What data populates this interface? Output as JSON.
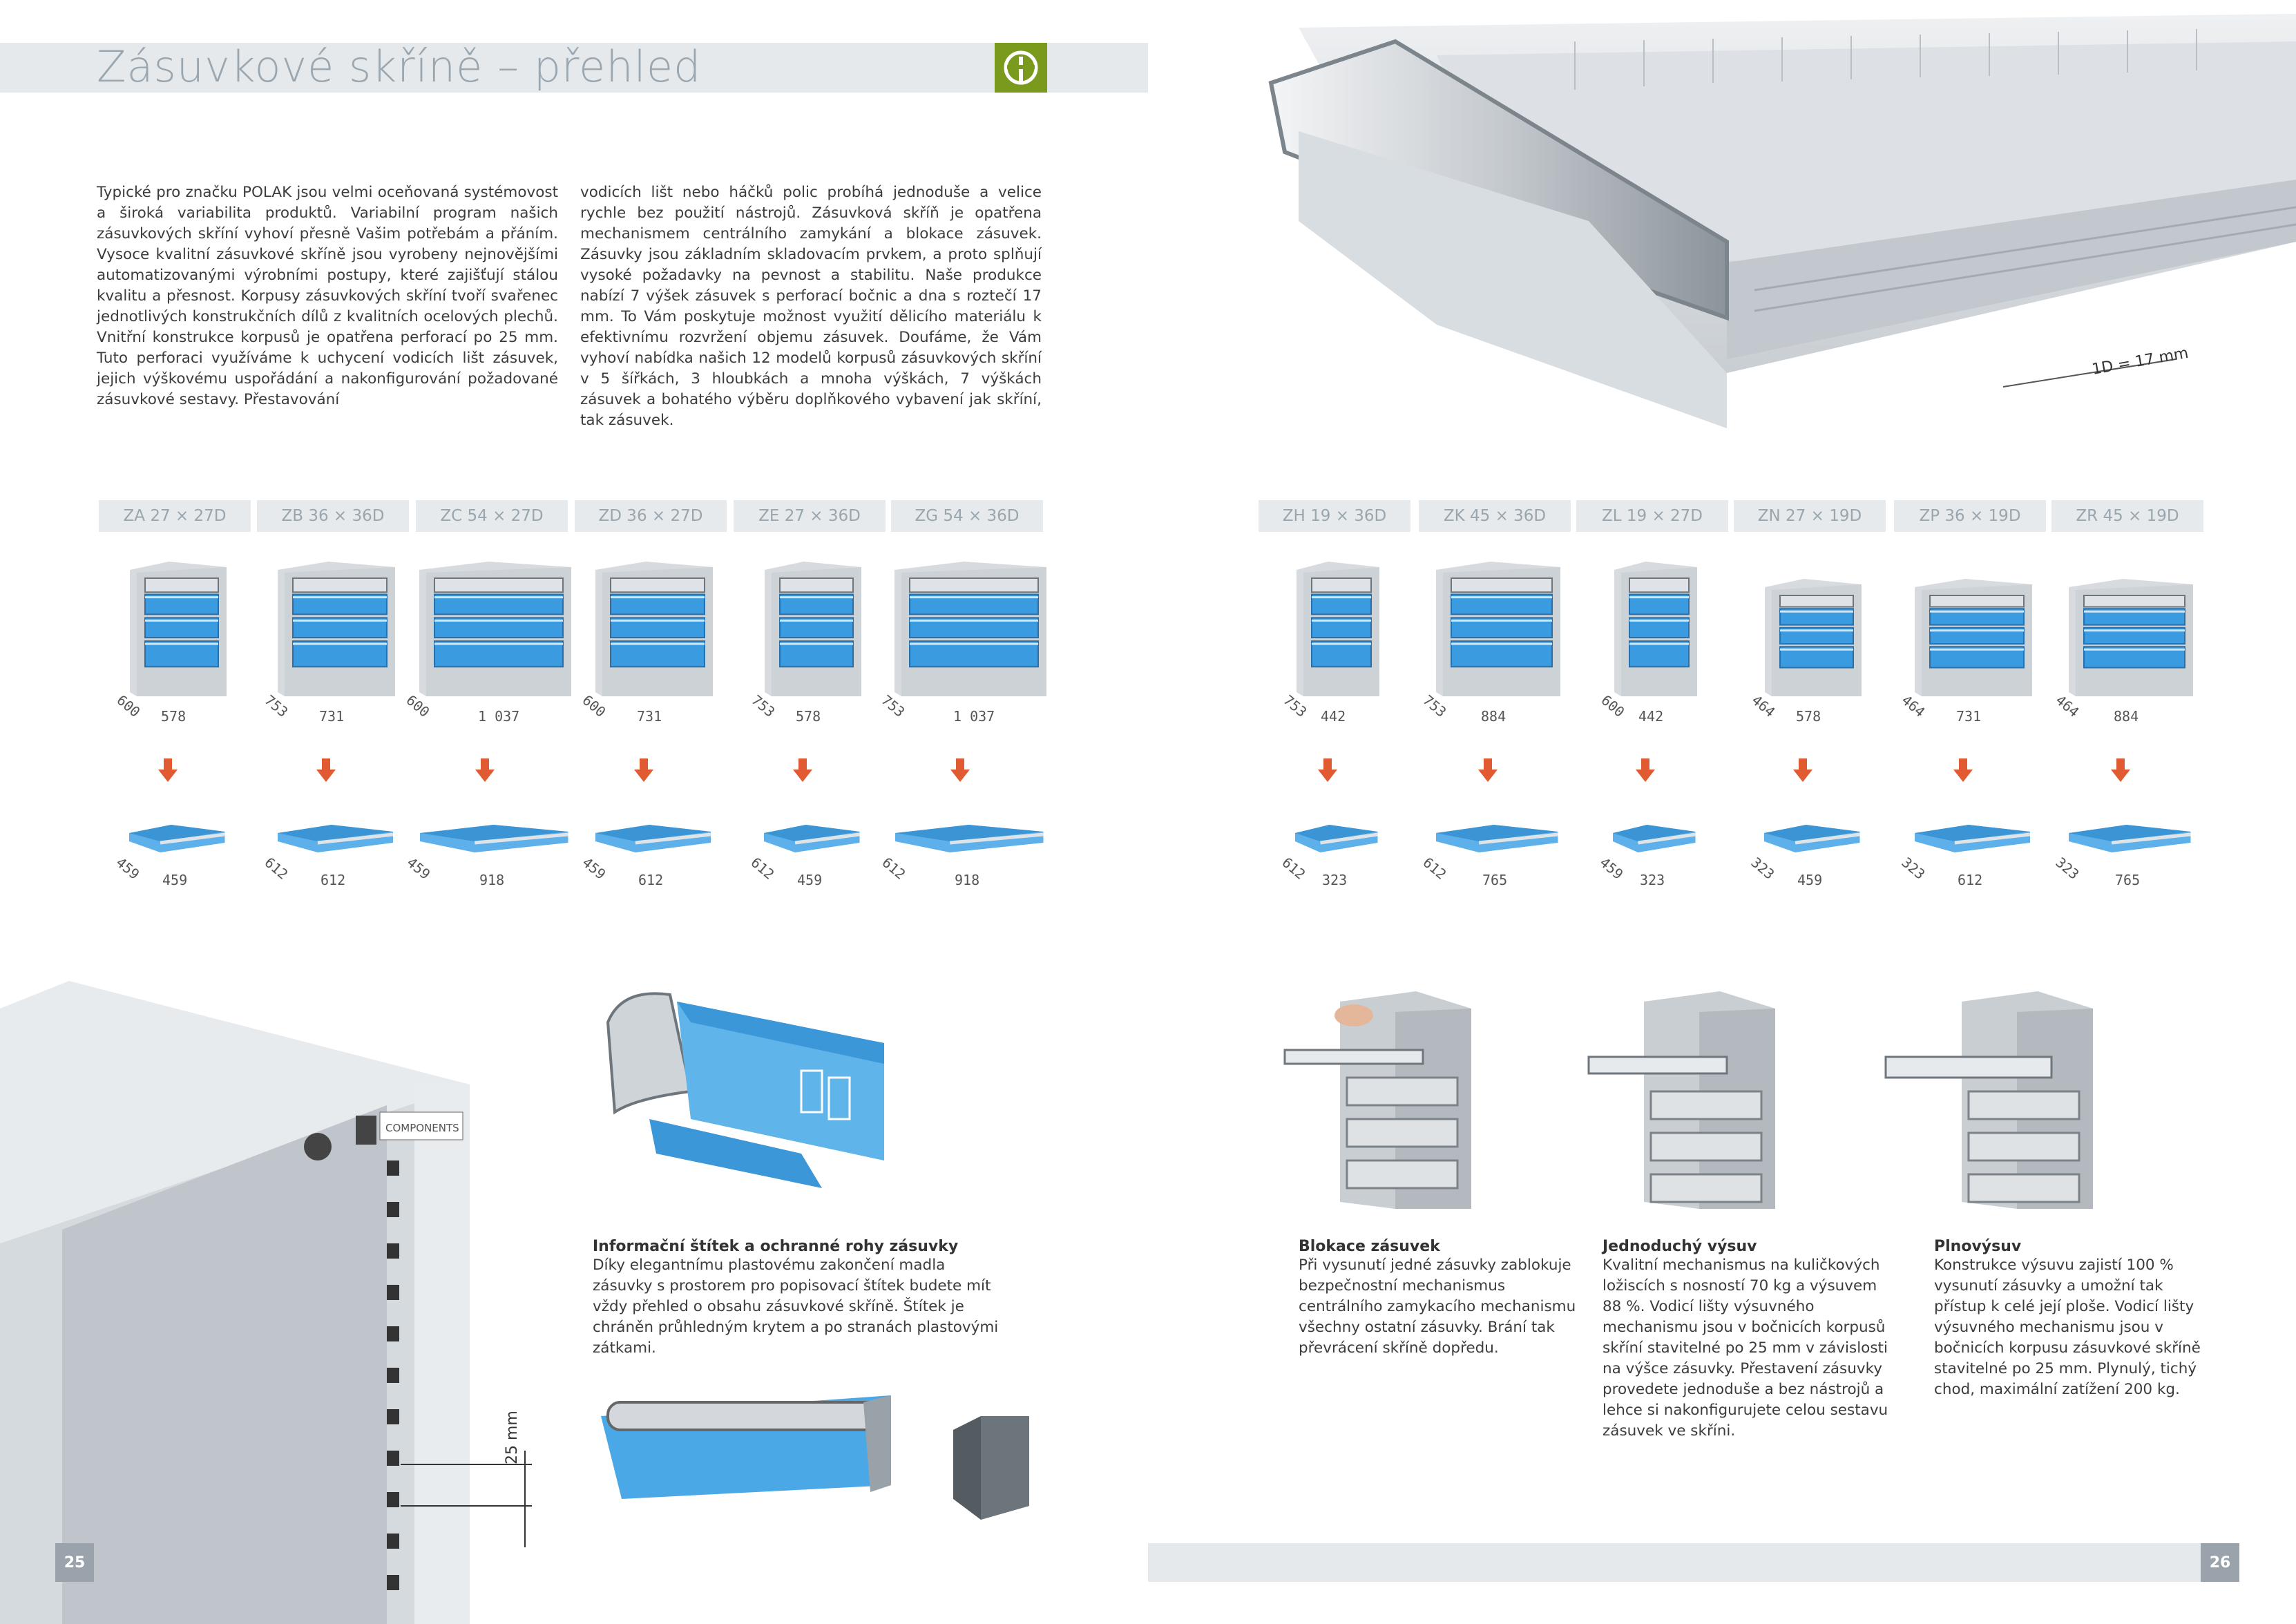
{
  "header": {
    "title": "Zásuvkové skříně – přehled"
  },
  "intro": {
    "col1": "Typické pro značku POLAK jsou velmi oceňovaná systémovost a široká variabilita produktů. Variabilní program našich zásuvkových skříní vyhoví přesně Vašim potřebám a přáním. Vysoce kvalitní zásuvkové skříně jsou vyrobeny nejnovějšími automatizovanými výrobními postupy, které zajišťují stálou kvalitu a přesnost. Korpusy zásuvkových skříní tvoří svařenec jednotlivých konstrukčních dílů z kvalitních ocelových plechů. Vnitřní konstrukce korpusů je opatřena perforací po 25 mm. Tuto perforaci využíváme k uchycení vodicích lišt zásuvek, jejich výškovému uspořádání a nakonfigurování požadované zásuvkové sestavy. Přestavování",
    "col2": "vodicích lišt nebo háčků polic probíhá jednoduše a velice rychle bez použití nástrojů. Zásuvková skříň je opatřena mechanismem centrálního zamykání a blokace zásuvek. Zásuvky jsou základním skladovacím prvkem, a proto splňují vysoké požadavky na pevnost a stabilitu. Naše produkce nabízí 7 výšek zásuvek s perforací bočnic a dna s roztečí 17 mm. To Vám poskytuje možnost využití dělicího materiálu k efektivnímu rozvržení objemu zásuvek. Doufáme, že Vám vyhoví nabídka našich 12 modelů korpusů zásuvkových skříní v 5 šířkách, 3 hloubkách a mnoha výškách, 7 výškách zásuvek a bohatého výběru doplňkového vybavení jak skříní, tak zásuvek."
  },
  "hero": {
    "dimension_label": "1D = 17 mm"
  },
  "models": [
    {
      "label": "ZA 27 × 27D",
      "cab_d": "600",
      "cab_w": "578",
      "tray_d": "459",
      "tray_w": "459"
    },
    {
      "label": "ZB 36 × 36D",
      "cab_d": "753",
      "cab_w": "731",
      "tray_d": "612",
      "tray_w": "612"
    },
    {
      "label": "ZC 54 × 27D",
      "cab_d": "600",
      "cab_w": "1 037",
      "tray_d": "459",
      "tray_w": "918"
    },
    {
      "label": "ZD 36 × 27D",
      "cab_d": "600",
      "cab_w": "731",
      "tray_d": "459",
      "tray_w": "612"
    },
    {
      "label": "ZE 27 × 36D",
      "cab_d": "753",
      "cab_w": "578",
      "tray_d": "612",
      "tray_w": "459"
    },
    {
      "label": "ZG 54 × 36D",
      "cab_d": "753",
      "cab_w": "1 037",
      "tray_d": "612",
      "tray_w": "918"
    },
    {
      "label": "ZH 19 × 36D",
      "cab_d": "753",
      "cab_w": "442",
      "tray_d": "612",
      "tray_w": "323"
    },
    {
      "label": "ZK 45 × 36D",
      "cab_d": "753",
      "cab_w": "884",
      "tray_d": "612",
      "tray_w": "765"
    },
    {
      "label": "ZL 19 × 27D",
      "cab_d": "600",
      "cab_w": "442",
      "tray_d": "459",
      "tray_w": "323"
    },
    {
      "label": "ZN 27 × 19D",
      "cab_d": "464",
      "cab_w": "578",
      "tray_d": "323",
      "tray_w": "459"
    },
    {
      "label": "ZP 36 × 19D",
      "cab_d": "464",
      "cab_w": "731",
      "tray_d": "323",
      "tray_w": "612"
    },
    {
      "label": "ZR 45 × 19D",
      "cab_d": "464",
      "cab_w": "884",
      "tray_d": "323",
      "tray_w": "765"
    }
  ],
  "cabinet_photo": {
    "label_text": "COMPONENTS",
    "perforation_label": "25 mm"
  },
  "features": {
    "label": {
      "title": "Informační štítek a ochranné rohy zásuvky",
      "text": "Díky elegantnímu plastovému zakončení madla zásuvky s prostorem pro popisovací štítek budete mít vždy přehled o obsahu zásuvkové skříně. Štítek je chráněn průhledným krytem a po stranách plastovými zátkami."
    },
    "blocking": {
      "title": "Blokace zásuvek",
      "text": "Při vysunutí jedné zásuvky zablokuje bezpečnostní mechanismus centrálního zamykacího mechanismu všechny ostatní zásuvky. Brání tak převrácení skříně dopředu."
    },
    "simple": {
      "title": "Jednoduchý výsuv",
      "text": "Kvalitní mechanismus na kuličkových ložiscích s nosností 70 kg a výsuvem 88 %. Vodicí lišty výsuvného mechanismu jsou v bočnicích korpusů skříní stavitelné po 25 mm v závislosti na výšce zásuvky. Přestavení zásuvky provedete jednoduše a bez nástrojů a lehce si nakonfigurujete celou sestavu zásuvek ve skříni."
    },
    "full": {
      "title": "Plnovýsuv",
      "text": "Konstrukce výsuvu zajistí 100 % vysunutí zásuvky a umožní tak přístup k celé její ploše. Vodicí lišty výsuvného mechanismu jsou v bočnicích korpusu zásuvkové skříně stavitelné po 25 mm. Plynulý, tichý chod, maximální zatížení 200 kg."
    }
  },
  "footer": {
    "page_left": "25",
    "page_right": "26"
  },
  "colors": {
    "accent_blue": "#3a9be0",
    "arrow_red": "#e05a32",
    "logo_green": "#7a9a1e",
    "bar_gray": "#e6e9ec"
  }
}
